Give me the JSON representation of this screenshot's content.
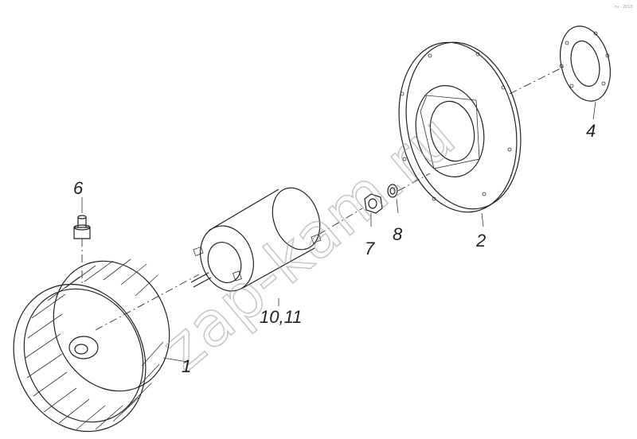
{
  "watermark": "zap-kam.ru",
  "corner_mark": "ru · 2013",
  "parts": [
    {
      "id": "part-1",
      "label": "1"
    },
    {
      "id": "part-2",
      "label": "2"
    },
    {
      "id": "part-4",
      "label": "4"
    },
    {
      "id": "part-6",
      "label": "6"
    },
    {
      "id": "part-7",
      "label": "7"
    },
    {
      "id": "part-8",
      "label": "8"
    },
    {
      "id": "part-10-11",
      "label": "10,11"
    }
  ]
}
